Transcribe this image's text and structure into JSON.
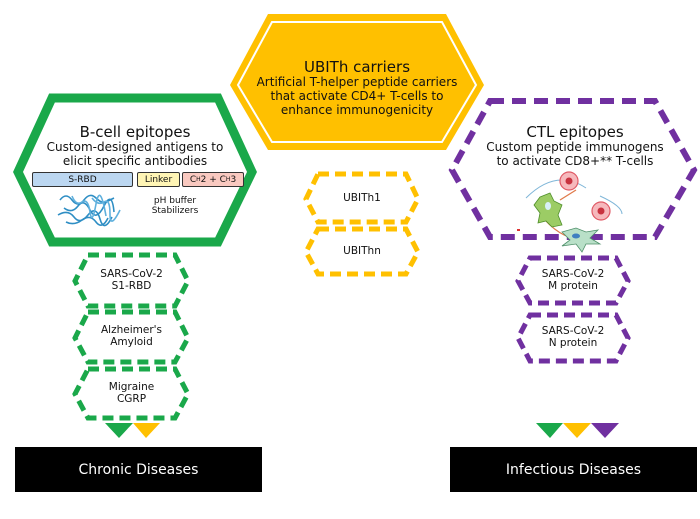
{
  "colors": {
    "green": "#1aa84a",
    "yellow": "#ffc000",
    "purple": "#7030a0",
    "black": "#000000"
  },
  "ubith": {
    "title": "UBITh carriers",
    "lines": [
      "Artificial T-helper peptide carriers",
      "that activate CD4+ T-cells to",
      "enhance immunogenicity"
    ],
    "items": [
      "UBITh1",
      "UBIThn"
    ]
  },
  "bcell": {
    "title": "B-cell epitopes",
    "lines": [
      "Custom-designed antigens to",
      "elicit specific antibodies"
    ],
    "segments": {
      "srbd": "S-RBD",
      "linker": "Linker",
      "ch_prefix": "C",
      "ch_sub1": "H",
      "ch_mid": "2 + C",
      "ch_sub2": "H",
      "ch_suffix": "3"
    },
    "notes": [
      "pH buffer",
      "Stabilizers"
    ],
    "image": "protein-structure-icon",
    "items": [
      {
        "line1": "SARS-CoV-2",
        "line2": "S1-RBD"
      },
      {
        "line1": "Alzheimer's",
        "line2": "Amyloid"
      },
      {
        "line1": "Migraine",
        "line2": "CGRP"
      }
    ]
  },
  "ctl": {
    "title": "CTL epitopes",
    "lines": [
      "Custom peptide immunogens",
      "to activate CD8+** T-cells"
    ],
    "image": "t-cell-activation-diagram",
    "items": [
      {
        "line1": "SARS-CoV-2",
        "line2": "M protein"
      },
      {
        "line1": "SARS-CoV-2",
        "line2": "N protein"
      }
    ]
  },
  "outcomes": {
    "chronic": "Chronic Diseases",
    "infectious": "Infectious Diseases"
  }
}
